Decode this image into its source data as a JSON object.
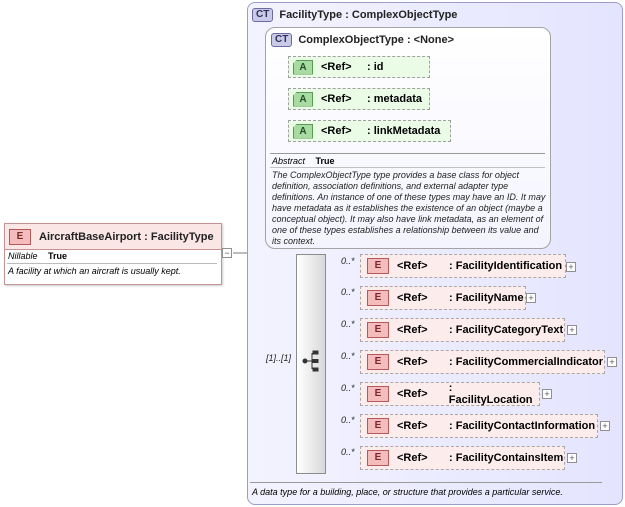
{
  "facility_type": {
    "badge": "CT",
    "title": "FacilityType : ComplexObjectType",
    "description": "A data type for a building, place, or structure that provides a particular service."
  },
  "complex_object_type": {
    "badge": "CT",
    "title": "ComplexObjectType : <None>",
    "abstract_label": "Abstract",
    "abstract_value": "True",
    "description": "The ComplexObjectType type provides a base class for object definition, association definitions, and external adapter type definitions. An instance of one of these types may have an ID. It may have metadata as it establishes the existence of an object (maybe a conceptual object). It may also have link metadata, as an element of one of these types establishes a relationship between its value and its context.",
    "attributes": [
      {
        "badge": "A",
        "ref": "<Ref>",
        "name": ": id"
      },
      {
        "badge": "A",
        "ref": "<Ref>",
        "name": ": metadata"
      },
      {
        "badge": "A",
        "ref": "<Ref>",
        "name": ": linkMetadata"
      }
    ]
  },
  "root_element": {
    "badge": "E",
    "title": "AircraftBaseAirport : FacilityType",
    "nillable_label": "Nillable",
    "nillable_value": "True",
    "description": "A facility at which an aircraft is usually kept."
  },
  "sequence": {
    "multiplicity": "[1]..[1]",
    "elements": [
      {
        "badge": "E",
        "ref": "<Ref>",
        "name": ": FacilityIdentification",
        "mult": "0..*"
      },
      {
        "badge": "E",
        "ref": "<Ref>",
        "name": ": FacilityName",
        "mult": "0..*"
      },
      {
        "badge": "E",
        "ref": "<Ref>",
        "name": ": FacilityCategoryText",
        "mult": "0..*"
      },
      {
        "badge": "E",
        "ref": "<Ref>",
        "name": ": FacilityCommercialIndicator",
        "mult": "0..*"
      },
      {
        "badge": "E",
        "ref": "<Ref>",
        "name": ": FacilityLocation",
        "mult": "0..*"
      },
      {
        "badge": "E",
        "ref": "<Ref>",
        "name": ": FacilityContactInformation",
        "mult": "0..*"
      },
      {
        "badge": "E",
        "ref": "<Ref>",
        "name": ": FacilityContainsItem",
        "mult": "0..*"
      }
    ]
  },
  "expand_symbol": "+",
  "collapse_symbol": "−"
}
